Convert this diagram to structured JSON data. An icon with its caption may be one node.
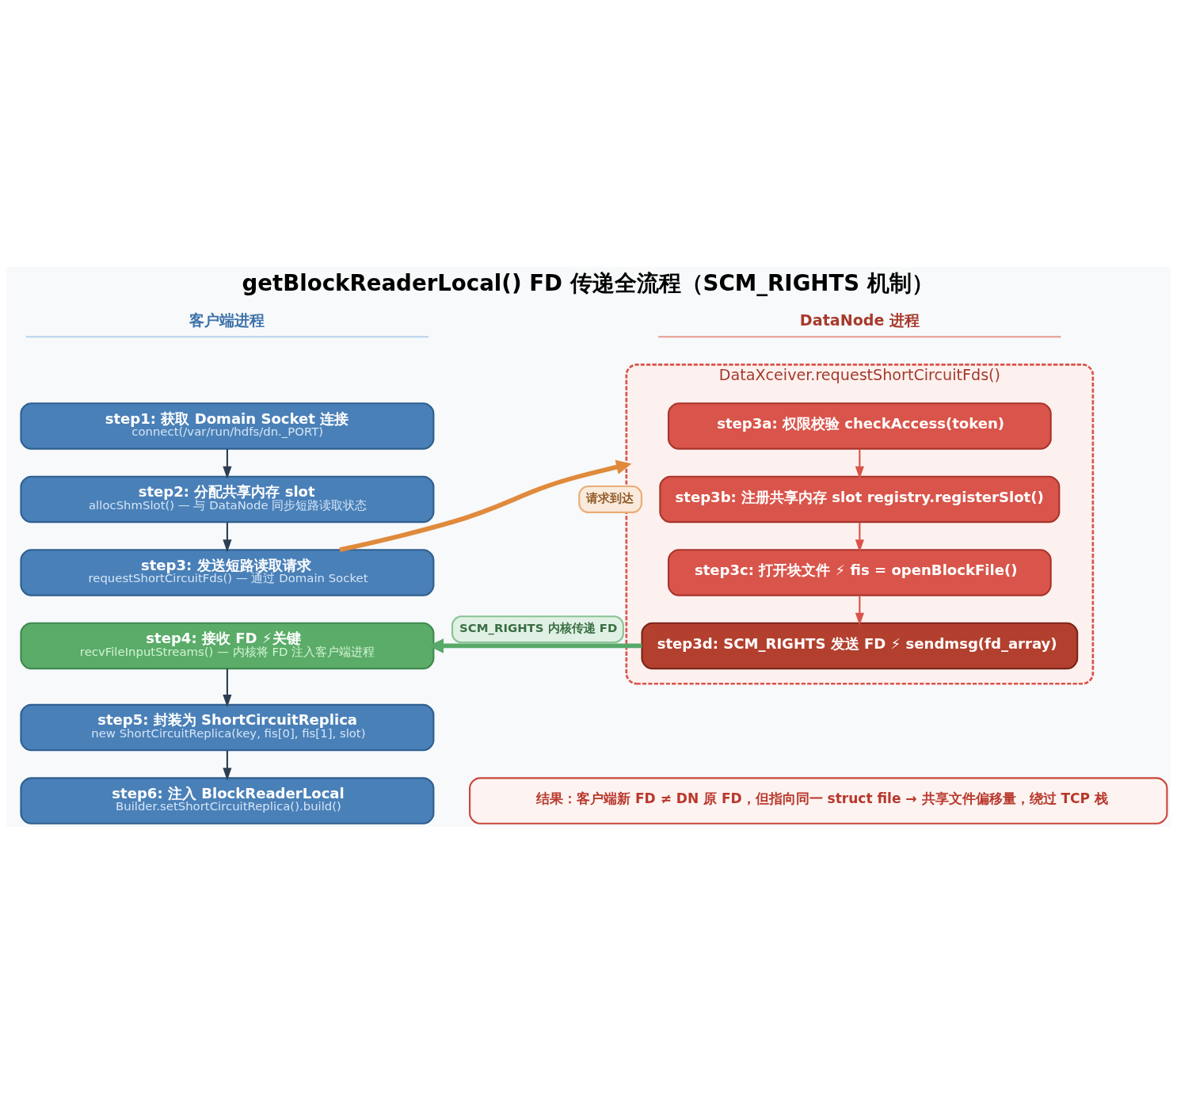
{
  "diagram": {
    "title": "getBlockReaderLocal() FD 传递全流程（SCM_RIGHTS 机制）",
    "nodes": [
      {
        "text": [
          "step1: 获取 Domain Socket 连接",
          "connect(/var/run/hdfs/dn._PORT)"
        ]
      },
      {
        "text": [
          "step2: 分配共享内存 slot",
          "allocShmSlot() — 与 DataNode 同步短路读取状态"
        ]
      },
      {
        "text": [
          "step3: 发送短路读取请求",
          "requestShortCircuitFds() — 通过 Domain Socket"
        ]
      },
      {
        "text": [
          "DataXceiver.requestShortCircuitFds()"
        ]
      },
      {
        "text": [
          "step3a: 权限校验 checkAccess(token)"
        ],
        "in": 3
      },
      {
        "text": [
          "step3b: 注册共享内存 slot registry.registerSlot()"
        ],
        "in": 3
      },
      {
        "text": [
          "step3c: 打开块文件 ⚡ fis = openBlockFile()"
        ],
        "in": 3
      },
      {
        "text": [
          "step3d: SCM_RIGHTS 发送 FD ⚡ sendmsg(fd_array)"
        ],
        "in": 3
      },
      {
        "text": [
          "step4: 接收 FD ⚡关键",
          "recvFileInputStreams() — 内核将 FD 注入客户端进程"
        ]
      },
      {
        "text": [
          "step5: 封装为 ShortCircuitReplica",
          "new ShortCircuitReplica(key, fis[0], fis[1], slot)"
        ]
      },
      {
        "text": [
          "step6: 注入 BlockReaderLocal",
          "Builder.setShortCircuitReplica().build()"
        ]
      },
      {
        "text": [
          "结果：客户端新 FD ≠ DN 原 FD，但指向同一 struct file → 共享文件偏移量，绕过 TCP 栈"
        ]
      }
    ],
    "edges": [
      {
        "from": 0,
        "to": 1,
        "arrow": "to"
      },
      {
        "from": 1,
        "to": 2,
        "arrow": "to"
      },
      {
        "from": 2,
        "to": 3,
        "arrow": "to",
        "label": "请求到达",
        "style": "thick",
        "color": "#e08a3c"
      },
      {
        "from": 4,
        "to": 5,
        "arrow": "to",
        "color": "#d9544a"
      },
      {
        "from": 5,
        "to": 6,
        "arrow": "to",
        "color": "#d9544a"
      },
      {
        "from": 6,
        "to": 7,
        "arrow": "to",
        "color": "#d9544a"
      },
      {
        "from": 7,
        "to": 8,
        "arrow": "to",
        "label": "SCM_RIGHTS 内核传递 FD",
        "style": "thick",
        "color": "#58a968"
      },
      {
        "from": 8,
        "to": 9,
        "arrow": "to"
      },
      {
        "from": 9,
        "to": 10,
        "arrow": "to"
      }
    ],
    "labels": [
      "客户端进程",
      "DataNode 进程"
    ]
  }
}
